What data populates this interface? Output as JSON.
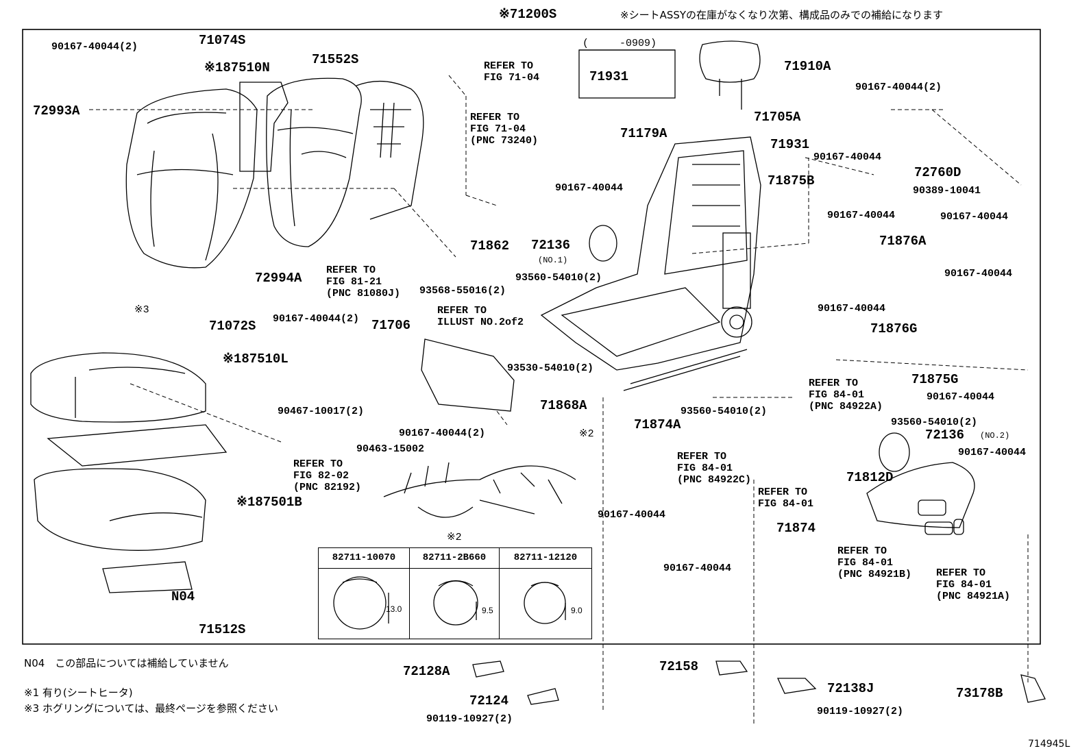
{
  "header": {
    "assy": "※71200S",
    "note": "※シートASSYの在庫がなくなり次第、構成品のみでの補給になります"
  },
  "subset_box": {
    "range": "(     -0909)",
    "part": "71931"
  },
  "parts": {
    "p1": "90167-40044(2)",
    "p2": "71074S",
    "p3": "※187510N",
    "p4": "71552S",
    "p5": "72993A",
    "p6": "REFER TO",
    "p7": "FIG 71-04",
    "p8": "REFER TO",
    "p9": "FIG 71-04",
    "p10": "(PNC 73240)",
    "p11": "71910A",
    "p12": "71179A",
    "p13": "71705A",
    "p14": "71931",
    "p15": "90167-40044(2)",
    "p16": "72760D",
    "p17": "90389-10041",
    "p18": "90167-40044",
    "p19": "71875B",
    "p20": "90167-40044",
    "p21": "90167-40044",
    "p22": "71876A",
    "p23": "90167-40044",
    "p24": "90167-40044",
    "p25": "71862",
    "p26": "72136",
    "p27": "(NO.1)",
    "p28": "93560-54010(2)",
    "p29": "72994A",
    "p30": "REFER TO",
    "p31": "FIG 81-21",
    "p32": "(PNC 81080J)",
    "p33": "93568-55016(2)",
    "p34": "90167-40044(2)",
    "p35": "71706",
    "p36": "REFER TO",
    "p37": "ILLUST NO.2of2",
    "p38": "※3",
    "p39": "71072S",
    "p40": "※187510L",
    "p41": "90467-10017(2)",
    "p42": "93530-54010(2)",
    "p43": "71868A",
    "p44": "90167-40044(2)",
    "p45": "※2",
    "p46": "90463-15002",
    "p47": "REFER TO",
    "p48": "FIG 82-02",
    "p49": "(PNC 82192)",
    "p50": "※187501B",
    "p51": "※2",
    "p52": "N04",
    "p53": "71512S",
    "p54": "90167-40044",
    "p55": "71876G",
    "p56": "71875G",
    "p57": "REFER TO",
    "p58": "FIG 84-01",
    "p59": "(PNC 84922A)",
    "p60": "90167-40044",
    "p61": "93560-54010(2)",
    "p62": "93560-54010(2)",
    "p63": "72136",
    "p64": "(NO.2)",
    "p65": "71874A",
    "p66": "REFER TO",
    "p67": "FIG 84-01",
    "p68": "(PNC 84922C)",
    "p69": "REFER TO",
    "p70": "FIG 84-01",
    "p71": "90167-40044",
    "p72": "71812D",
    "p73": "90167-40044",
    "p74": "71874",
    "p75": "90167-40044",
    "p76": "REFER TO",
    "p77": "FIG 84-01",
    "p78": "(PNC 84921B)",
    "p79": "REFER TO",
    "p80": "FIG 84-01",
    "p81": "(PNC 84921A)",
    "p82": "72128A",
    "p83": "72158",
    "p84": "72138J",
    "p85": "72124",
    "p86": "90119-10927(2)",
    "p87": "90119-10927(2)",
    "p88": "73178B"
  },
  "clip_table": {
    "headers": [
      "82711-10070",
      "82711-2B660",
      "82711-12120"
    ],
    "dims": [
      "13.0",
      "9.5",
      "9.0"
    ]
  },
  "footnotes": {
    "n04": "N04　この部品については補給していません",
    "n1": "※1 有り(シートヒータ)",
    "n3": "※3 ホグリングについては、最終ページを参照ください"
  },
  "drawing_id": "714945L"
}
